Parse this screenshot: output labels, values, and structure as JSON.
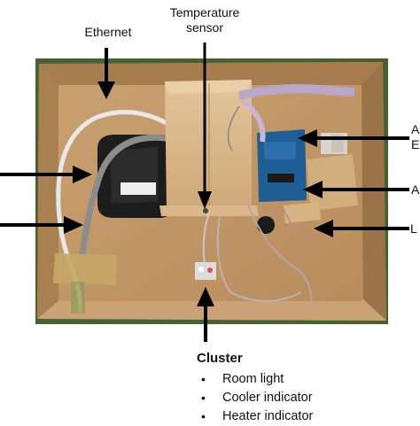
{
  "labels": {
    "ethernet": "Ethernet",
    "temperature_sensor_line1": "Temperature",
    "temperature_sensor_line2": "sensor",
    "right_label_a_line1": "A",
    "right_label_a_line2": "E",
    "right_label_b": "A",
    "right_label_l": "L"
  },
  "cluster": {
    "title": "Cluster",
    "items": [
      "Room light",
      "Cooler indicator",
      "Heater indicator"
    ]
  },
  "colors": {
    "grass": "#4f6b35",
    "cardboard": "#c49a6c",
    "cardboard_dark": "#9a7448",
    "arrow": "#000000"
  }
}
